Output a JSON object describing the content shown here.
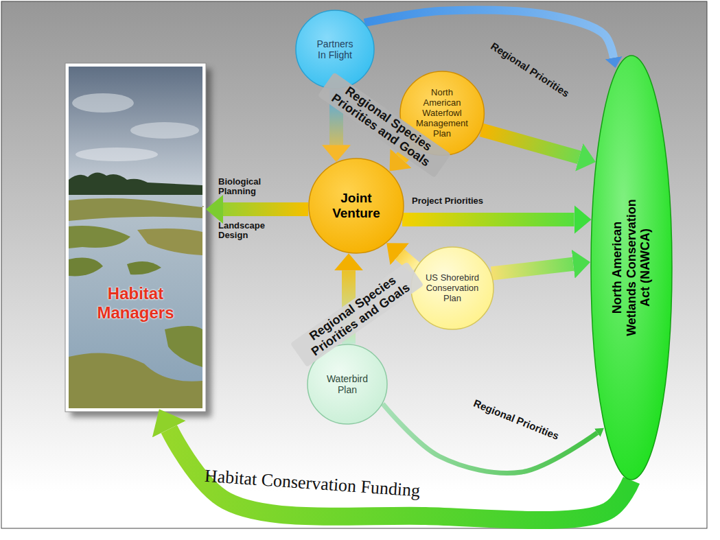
{
  "diagram": {
    "nodes": [
      {
        "text": [
          "Habitat Managers"
        ]
      },
      {
        "text": [
          "Partners In Flight"
        ]
      },
      {
        "text": [
          "North American Waterfowl Management Plan"
        ]
      },
      {
        "text": [
          "Joint Venture"
        ]
      },
      {
        "text": [
          "US Shorebird Conservation Plan"
        ]
      },
      {
        "text": [
          "Waterbird Plan"
        ]
      },
      {
        "text": [
          "North American Wetlands Conservation Act (NAWCA)"
        ]
      }
    ],
    "edges": [
      {
        "from": 1,
        "to": 6,
        "arrow": "to",
        "label": "Regional Priorities"
      },
      {
        "from": 1,
        "to": 3,
        "arrow": "to"
      },
      {
        "from": 2,
        "to": 3,
        "arrow": "to",
        "label": "Regional Species Priorities and Goals"
      },
      {
        "from": 2,
        "to": 6,
        "arrow": "to"
      },
      {
        "from": 3,
        "to": 0,
        "arrow": "to",
        "label": "Biological Planning"
      },
      {
        "from": 3,
        "to": 6,
        "arrow": "to",
        "label": "Project Priorities"
      },
      {
        "from": 4,
        "to": 3,
        "arrow": "to",
        "label": "Regional Species Priorities and Goals"
      },
      {
        "from": 4,
        "to": 6,
        "arrow": "to"
      },
      {
        "from": 5,
        "to": 3,
        "arrow": "to"
      },
      {
        "from": 5,
        "to": 6,
        "arrow": "to",
        "label": "Regional Priorities"
      },
      {
        "from": 6,
        "to": 0,
        "arrow": "to",
        "label": "Habitat Conservation Funding"
      }
    ],
    "labels": [
      "Landscape Design"
    ]
  }
}
